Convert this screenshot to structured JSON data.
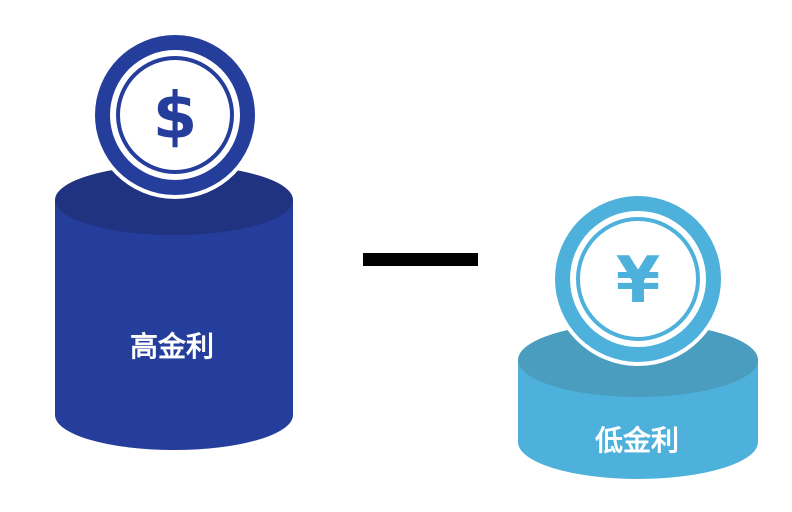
{
  "left": {
    "label": "高金利",
    "symbol": "$",
    "body_color": "#253d9b",
    "top_color": "#1f3380"
  },
  "operator": "minus",
  "right": {
    "label": "低金利",
    "symbol": "¥",
    "body_color": "#4eb1dc",
    "top_color": "#4a9dbf"
  }
}
